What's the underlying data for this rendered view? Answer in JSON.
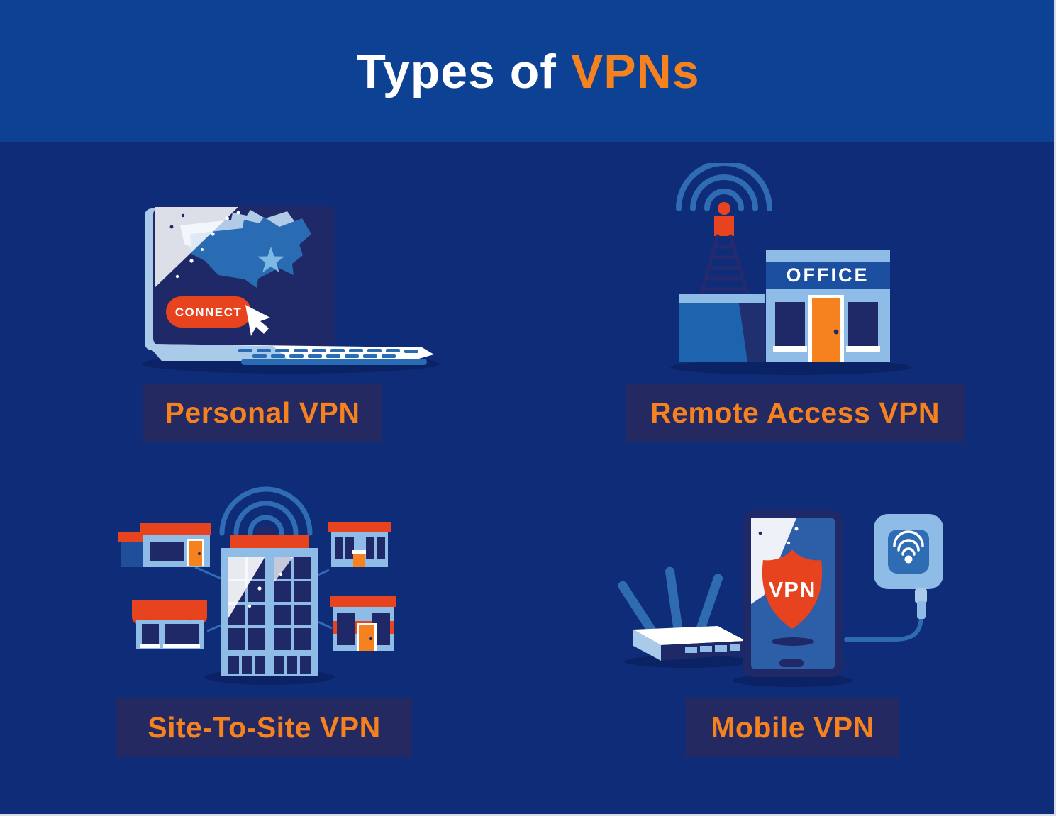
{
  "header": {
    "title_white": "Types of",
    "title_accent": "VPNs"
  },
  "sections": [
    {
      "id": "personal",
      "label": "Personal VPN"
    },
    {
      "id": "remote",
      "label": "Remote Access VPN"
    },
    {
      "id": "site",
      "label": "Site-To-Site VPN"
    },
    {
      "id": "mobile",
      "label": "Mobile VPN"
    }
  ],
  "illustrations": {
    "personal": {
      "button_label": "CONNECT"
    },
    "remote": {
      "sign": "OFFICE"
    },
    "mobile": {
      "shield_label": "VPN"
    }
  },
  "palette": {
    "header_blue": "#0D4194",
    "background_navy": "#0F2C78",
    "label_panel_navy": "#242961",
    "accent_orange": "#F5821F",
    "red_orange": "#E8431F",
    "light_blue": "#8FBCE6",
    "pale_blue": "#BDD8F1",
    "mid_blue": "#2F6BB0",
    "deep_navy": "#1F2968",
    "band_blue": "#1C4F9F",
    "shadow_navy": "#0B2365",
    "white": "#FFFFFF"
  }
}
